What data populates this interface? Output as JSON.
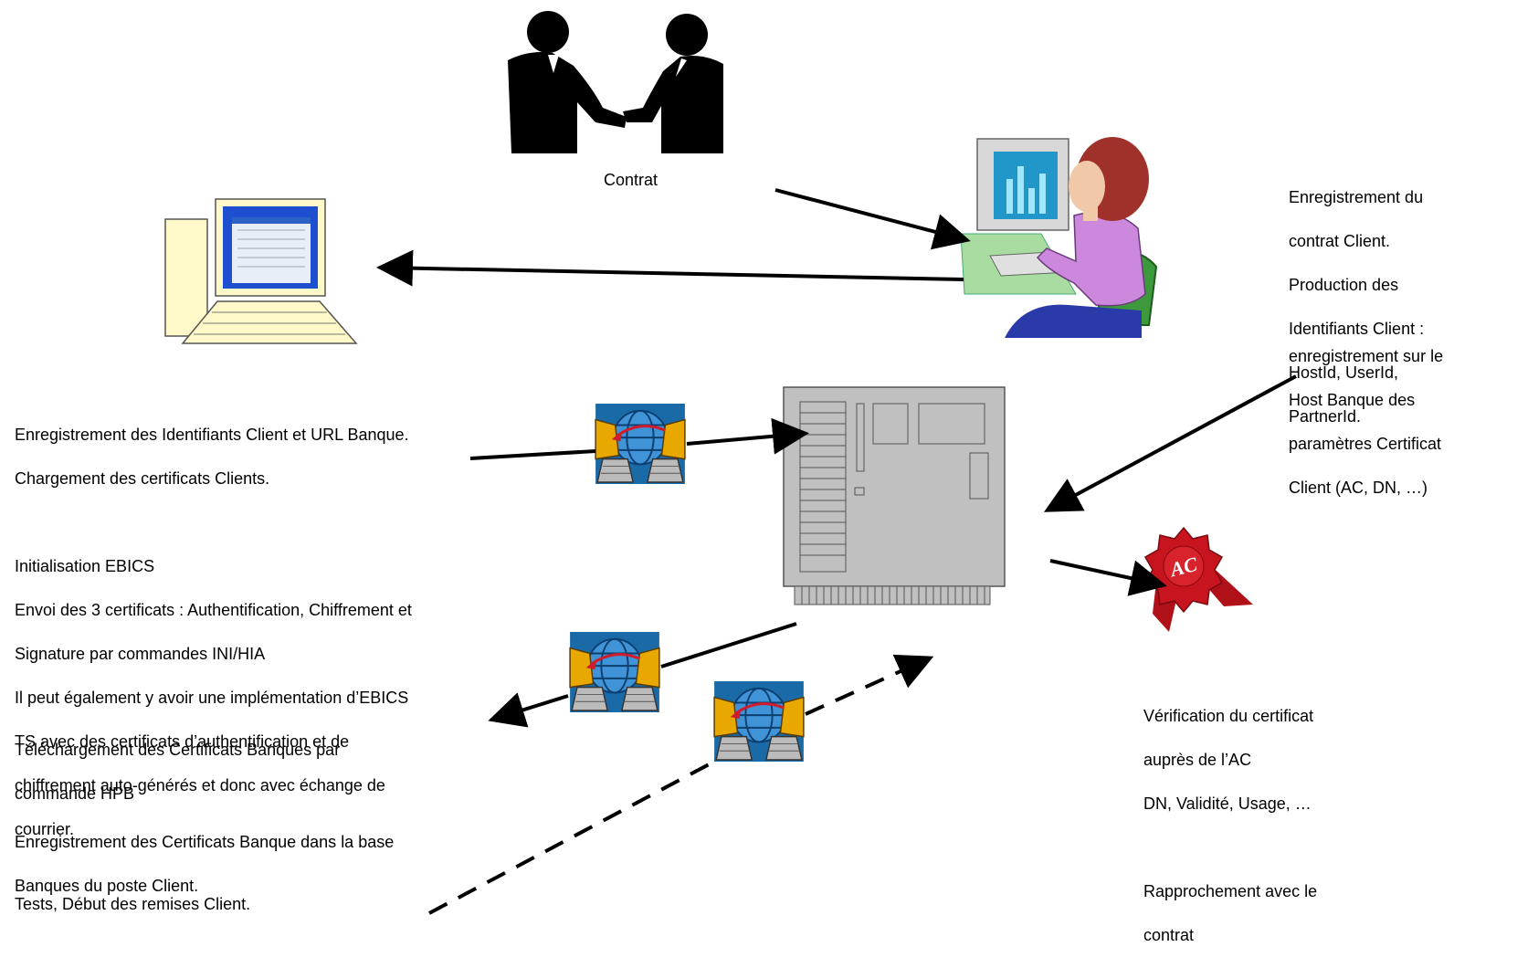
{
  "labels": {
    "contract": "Contrat",
    "bank_registration": [
      "Enregistrement du",
      "contrat Client.",
      "Production des",
      "Identifiants Client :",
      "HostId, UserId,",
      "PartnerId."
    ],
    "host_registration": [
      "enregistrement sur le",
      "Host Banque des",
      "paramètres Certificat",
      "Client (AC, DN, …)"
    ],
    "client_init": [
      "Enregistrement des Identifiants Client et URL Banque.",
      "Chargement des certificats Clients.",
      "",
      "Initialisation EBICS",
      "Envoi des 3 certificats : Authentification, Chiffrement et",
      "Signature par commandes INI/HIA",
      "Il peut également y avoir une implémentation d’EBICS",
      "TS avec des certificats d’authentification et de",
      "chiffrement auto-générés et donc avec échange de",
      "courrier."
    ],
    "download": [
      "Téléchargement des Certificats Banques par",
      "commande HPB"
    ],
    "bank_cert_registration": [
      "Enregistrement des Certificats Banque dans la base",
      "Banques du poste Client."
    ],
    "tests": "Tests,  Début des remises Client.",
    "ca_verification": [
      "Vérification du certificat",
      "auprès de l’AC",
      "DN, Validité, Usage, …",
      "",
      "Rapprochement avec le",
      "contrat"
    ],
    "seal_text": "AC"
  },
  "colors": {
    "arrow": "#000000",
    "server_body": "#c0c0c0",
    "monitor_screen": "#1f4fd1",
    "seal_red": "#c8141e",
    "woman_shirt": "#cc88dd",
    "woman_hair": "#a0312a",
    "chair_green": "#3c9a3c",
    "globe_blue": "#2b7fc4",
    "net_frame": "#e8a800"
  },
  "icons": [
    "handshake-icon",
    "client-computer-icon",
    "bank-operator-icon",
    "server-icon",
    "network-exchange-icon",
    "certificate-seal-icon"
  ]
}
